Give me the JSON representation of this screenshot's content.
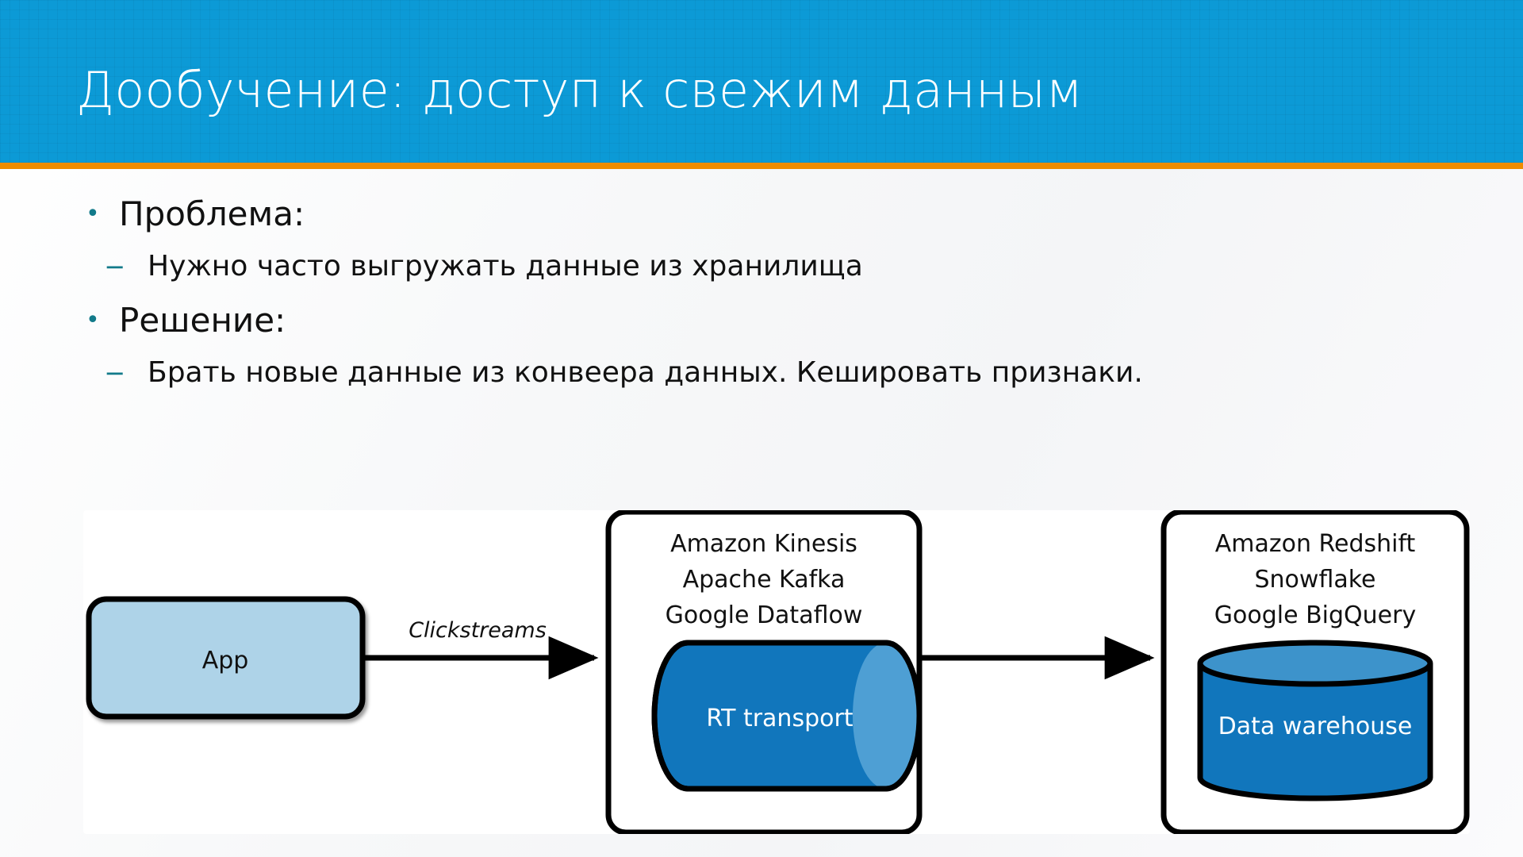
{
  "slide": {
    "title": "Дообучение: доступ к свежим данным",
    "header_color": "#0c9ad6",
    "accent_rule_color": "#ef8c00",
    "bullet_marker_color": "#127a8a",
    "body_text_color": "#111111"
  },
  "bullets": [
    {
      "level": 1,
      "marker": "•",
      "text": "Проблема:"
    },
    {
      "level": 2,
      "marker": "−",
      "text": "Нужно часто выгружать данные из хранилища"
    },
    {
      "level": 1,
      "marker": "•",
      "text": "Решение:"
    },
    {
      "level": 2,
      "marker": "−",
      "text": "Брать новые данные из конвеера данных. Кешировать признаки."
    }
  ],
  "diagram": {
    "app_node": {
      "label": "App",
      "fill": "#aed3e8",
      "stroke": "#000000"
    },
    "edge_app_to_transport": {
      "label": "Clickstreams"
    },
    "transport_node": {
      "title_lines": [
        "Amazon Kinesis",
        "Apache Kafka",
        "Google Dataflow"
      ],
      "shape_label": "RT transport",
      "shape": "cylinder-horizontal",
      "fill": "#1176bc",
      "highlight": "#4e9fd4",
      "stroke": "#000000"
    },
    "edge_transport_to_warehouse": {
      "label": ""
    },
    "warehouse_node": {
      "title_lines": [
        "Amazon Redshift",
        "Snowflake",
        "Google BigQuery"
      ],
      "shape_label": "Data warehouse",
      "shape": "cylinder-vertical",
      "fill": "#1176bc",
      "highlight": "#4e9fd4",
      "stroke": "#000000"
    }
  }
}
